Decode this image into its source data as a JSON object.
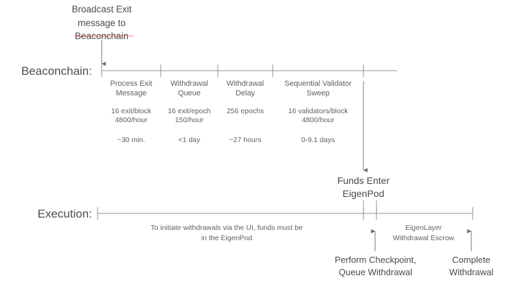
{
  "diagram": {
    "title_callout": "Broadcast Exit\nmessage to\nBeaconchain",
    "callout_misspelled_word": "Beaconchain",
    "line_color": "#9b9b9b",
    "text_color": "#5f5f5f",
    "spellcheck_color": "#e0392b",
    "background": "#ffffff"
  },
  "rows": {
    "beaconchain_label": "Beaconchain:",
    "execution_label": "Execution:"
  },
  "beaconchain_segments": [
    {
      "title": "Process Exit\nMessage",
      "rate": "16 exit/block\n4800/hour",
      "duration": "~30 min."
    },
    {
      "title": "Withdrawal\nQueue",
      "rate": "16 exit/epoch\n150/hour",
      "duration": "<1 day"
    },
    {
      "title": "Withdrawal\nDelay",
      "rate": "256 epochs",
      "duration": "~27 hours"
    },
    {
      "title": "Sequential Validator\nSweep",
      "rate": "16 validators/block\n4800/hour",
      "duration": "0-9.1 days"
    }
  ],
  "transition": {
    "funds_enter_eigenpod": "Funds Enter\nEigenPod"
  },
  "execution": {
    "ui_note": "To initiate withdrawals via the UI, funds must be\nin the EigenPod",
    "escrow_note": "EigenLayer\nWithdrawal Escrow",
    "checkpoint_label": "Perform Checkpoint,\nQueue Withdrawal",
    "complete_label": "Complete\nWithdrawal"
  }
}
